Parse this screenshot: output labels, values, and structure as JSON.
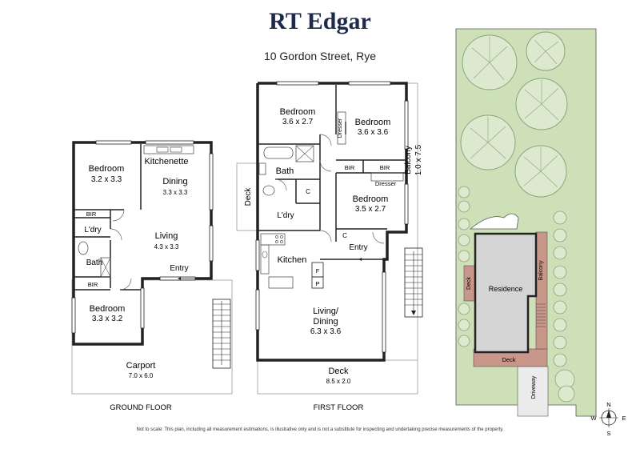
{
  "header": {
    "brand": "RT Edgar",
    "address": "10 Gordon Street, Rye"
  },
  "ground_floor": {
    "label": "GROUND FLOOR",
    "rooms": {
      "bedroom1": {
        "name": "Bedroom",
        "dims": "3.2 x 3.3"
      },
      "kitchenette": {
        "name": "Kitchenette"
      },
      "dining": {
        "name": "Dining",
        "dims": "3.3 x 3.3"
      },
      "bir1": "BIR",
      "ldry": "L'dry",
      "living": {
        "name": "Living",
        "dims": "4.3 x 3.3"
      },
      "bath": "Bath",
      "entry": "Entry",
      "bir2": "BIR",
      "bedroom2": {
        "name": "Bedroom",
        "dims": "3.3 x 3.2"
      },
      "carport": {
        "name": "Carport",
        "dims": "7.0 x 6.0"
      }
    }
  },
  "first_floor": {
    "label": "FIRST FLOOR",
    "rooms": {
      "bedroom1": {
        "name": "Bedroom",
        "dims": "3.6 x 2.7"
      },
      "dresser1": "Dresser",
      "bedroom2": {
        "name": "Bedroom",
        "dims": "3.6 x 3.6"
      },
      "bath": "Bath",
      "bir1": "BIR",
      "bir2": "BIR",
      "balcony": {
        "name": "Balcony",
        "dims": "1.0 x 7.5"
      },
      "deck_side": "Deck",
      "cupboard1": "C",
      "dresser2": "Dresser",
      "ldry": "L'dry",
      "bedroom3": {
        "name": "Bedroom",
        "dims": "3.5 x 2.7"
      },
      "cupboard2": "C",
      "entry": "Entry",
      "kitchen": "Kitchen",
      "fridge": "F",
      "pantry": "P",
      "living": {
        "name": "Living/",
        "name2": "Dining",
        "dims": "6.3 x 3.6"
      },
      "deck": {
        "name": "Deck",
        "dims": "8.5 x 2.0"
      }
    }
  },
  "site_plan": {
    "residence": "Residence",
    "deck_west": "Deck",
    "balcony": "Balcony",
    "deck_south": "Deck",
    "driveway": "Driveway"
  },
  "compass": {
    "n": "N",
    "e": "E",
    "s": "S",
    "w": "W"
  },
  "disclaimer": "Not to scale: This plan, including all measurement estimations, is illustrative only and is not a substitute for inspecting and undertaking precise measurements of the property.",
  "colors": {
    "brand": "#1d2a4a",
    "wall": "#222222",
    "lawn": "#cde0b8",
    "tree_fill": "#dde9cf",
    "tree_stroke": "#8aa57a",
    "deck": "#c9968a",
    "residence": "#d4d4d4"
  }
}
